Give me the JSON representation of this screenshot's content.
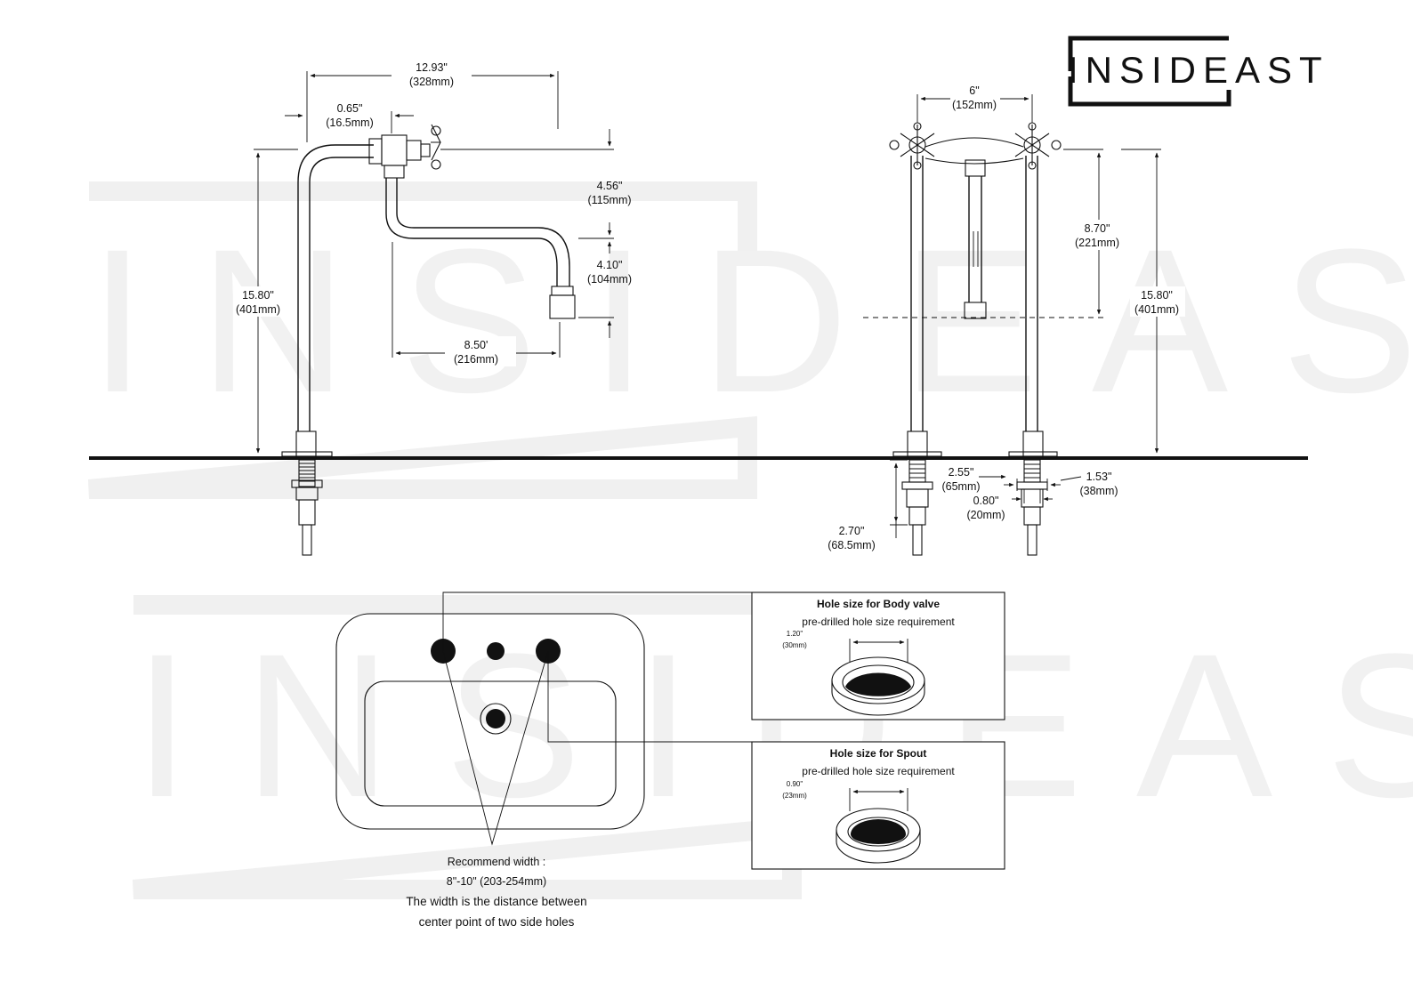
{
  "brand": {
    "logo": "INSIDEAST"
  },
  "watermark": "INSIDEAST",
  "side_view": {
    "overall_width": {
      "in": "12.93\"",
      "mm": "(328mm)"
    },
    "offset": {
      "in": "0.65\"",
      "mm": "(16.5mm)"
    },
    "top_drop": {
      "in": "4.56\"",
      "mm": "(115mm)"
    },
    "spout_drop": {
      "in": "4.10\"",
      "mm": "(104mm)"
    },
    "reach": {
      "in": "8.50'",
      "mm": "(216mm)"
    },
    "height": {
      "in": "15.80\"",
      "mm": "(401mm)"
    }
  },
  "front_view": {
    "spread": {
      "in": "6\"",
      "mm": "(152mm)"
    },
    "spout_height": {
      "in": "8.70\"",
      "mm": "(221mm)"
    },
    "height": {
      "in": "15.80\"",
      "mm": "(401mm)"
    },
    "flange_dia": {
      "in": "2.55\"",
      "mm": "(65mm)"
    },
    "shank": {
      "in": "1.53\"",
      "mm": "(38mm)"
    },
    "thread": {
      "in": "0.80\"",
      "mm": "(20mm)"
    },
    "below_deck": {
      "in": "2.70\"",
      "mm": "(68.5mm)"
    }
  },
  "body_valve_box": {
    "title": "Hole size for Body valve",
    "subtitle": "pre-drilled hole size requirement",
    "dia": {
      "in": "1.20\"",
      "mm": "(30mm)"
    }
  },
  "spout_box": {
    "title": "Hole size for Spout",
    "subtitle": "pre-drilled hole size requirement",
    "dia": {
      "in": "0.90\"",
      "mm": "(23mm)"
    }
  },
  "sink_notes": {
    "recommend_label": "Recommend width :",
    "recommend_value": "8\"-10\" (203-254mm)",
    "width_line1": "The width is the distance between",
    "width_line2": "center point of two side holes"
  }
}
